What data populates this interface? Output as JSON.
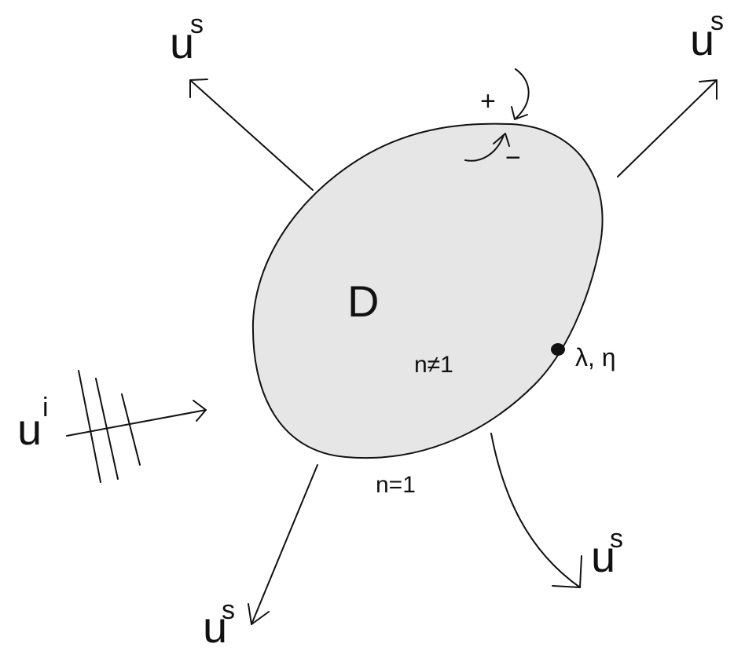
{
  "colors": {
    "domain_fill": "#e6e6e6",
    "ink": "#111111",
    "background": "#ffffff"
  },
  "labels": {
    "domain": "D",
    "interior_index": "n≠1",
    "exterior_index": "n=1",
    "boundary_point": "λ, η",
    "plus_side": "+",
    "minus_side": "−",
    "incident_base": "u",
    "incident_sup": "i",
    "scattered_base": "u",
    "scattered_sup": "s"
  }
}
